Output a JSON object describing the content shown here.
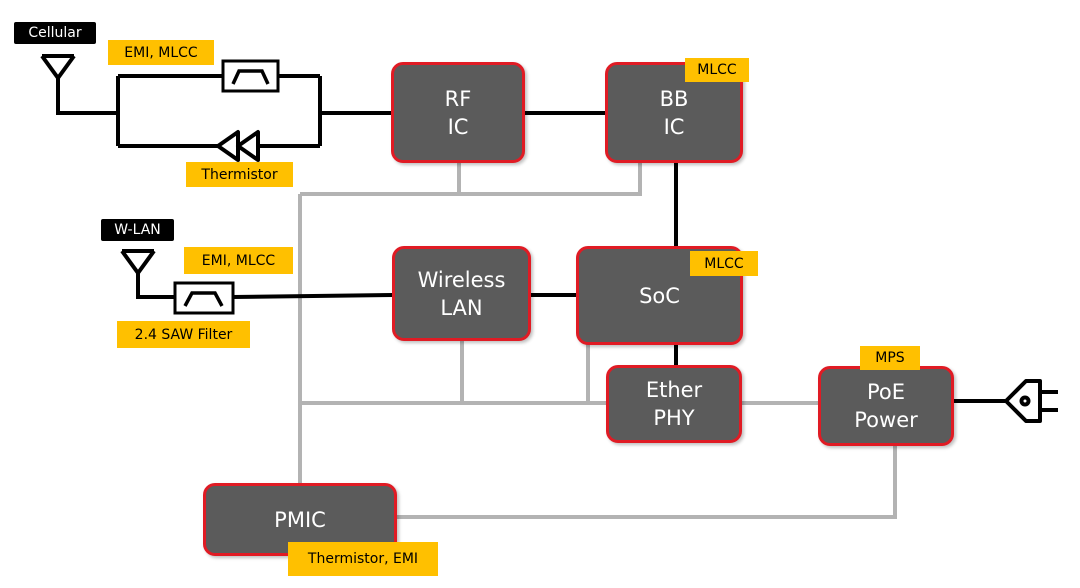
{
  "blocks": {
    "rf": [
      "RF",
      "IC"
    ],
    "bb": [
      "BB",
      "IC"
    ],
    "wlan": [
      "Wireless",
      "LAN"
    ],
    "soc": [
      "SoC"
    ],
    "ether": [
      "Ether",
      "PHY"
    ],
    "poe": [
      "PoE",
      "Power"
    ],
    "pmic": [
      "PMIC"
    ]
  },
  "tags": {
    "cellular_emi": "EMI, MLCC",
    "thermistor": "Thermistor",
    "bb_mlcc": "MLCC",
    "wlan_emi": "EMI, MLCC",
    "saw_filter": "2.4 SAW Filter",
    "soc_mlcc": "MLCC",
    "mps": "MPS",
    "pmic_tag": "Thermistor, EMI"
  },
  "antennas": {
    "cellular": "Cellular",
    "wlan": "W-LAN"
  },
  "colors": {
    "block_fill": "#5b5b5b",
    "block_border": "#e01b24",
    "tag_fill": "#ffc000",
    "power_line": "#b3b3b3",
    "signal_line": "#000000"
  }
}
